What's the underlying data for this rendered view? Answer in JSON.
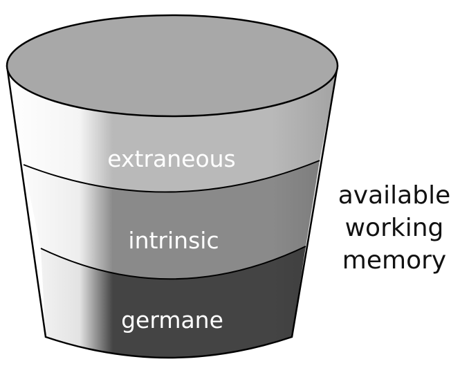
{
  "diagram": {
    "layers": [
      {
        "id": "extraneous",
        "label": "extraneous",
        "color": "#b9b9b9"
      },
      {
        "id": "intrinsic",
        "label": "intrinsic",
        "color": "#8a8a8a"
      },
      {
        "id": "germane",
        "label": "germane",
        "color": "#444444"
      }
    ],
    "top_color": "#a8a8a8",
    "outline_color": "#000000",
    "side_label_lines": [
      "available",
      "working",
      "memory"
    ]
  }
}
